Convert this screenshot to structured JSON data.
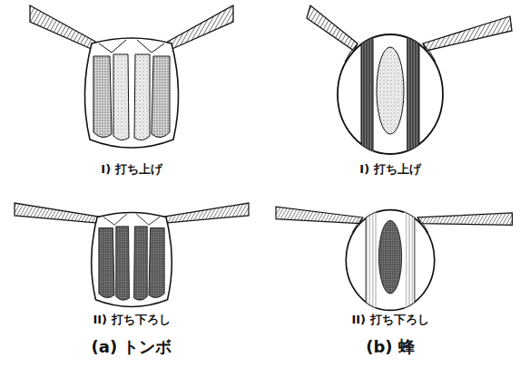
{
  "diagram": {
    "labels": [
      "I) 打ち上げ",
      "I) 打ち上げ",
      "II) 打ち下ろし",
      "II) 打ち下ろし",
      "(a) トンボ",
      "(b) 蜂"
    ]
  }
}
